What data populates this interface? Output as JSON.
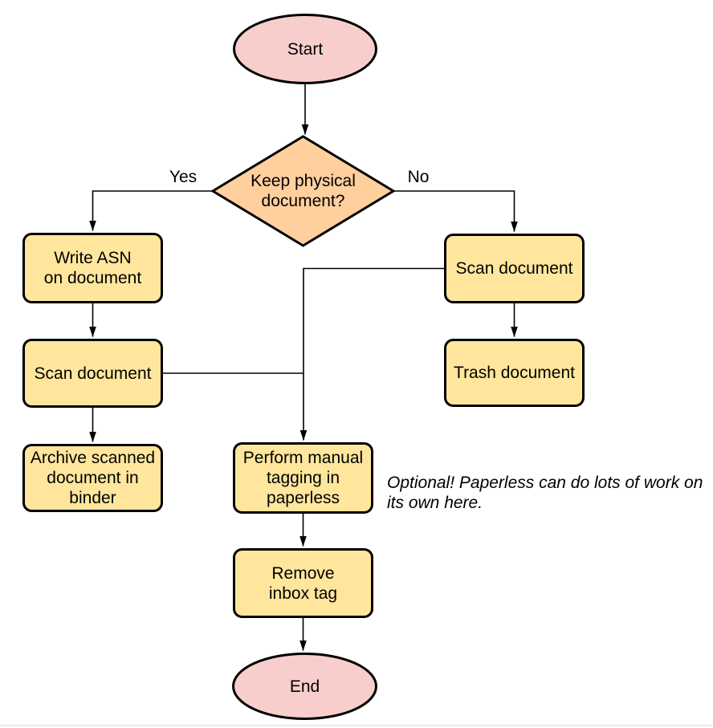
{
  "diagram": {
    "type": "flowchart",
    "nodes": [
      {
        "id": "start",
        "shape": "ellipse",
        "label": "Start"
      },
      {
        "id": "decision",
        "shape": "diamond",
        "label": "Keep physical\ndocument?"
      },
      {
        "id": "write_asn",
        "shape": "process",
        "label": "Write ASN\non document"
      },
      {
        "id": "scan_left",
        "shape": "process",
        "label": "Scan document"
      },
      {
        "id": "archive",
        "shape": "process",
        "label": "Archive scanned\ndocument in\nbinder"
      },
      {
        "id": "scan_right",
        "shape": "process",
        "label": "Scan document"
      },
      {
        "id": "trash",
        "shape": "process",
        "label": "Trash document"
      },
      {
        "id": "perform_tagging",
        "shape": "process",
        "label": "Perform manual\ntagging in\npaperless"
      },
      {
        "id": "remove_inbox",
        "shape": "process",
        "label": "Remove\ninbox tag"
      },
      {
        "id": "end",
        "shape": "ellipse",
        "label": "End"
      }
    ],
    "edges": [
      {
        "from": "start",
        "to": "decision",
        "label": ""
      },
      {
        "from": "decision",
        "to": "write_asn",
        "label": "Yes"
      },
      {
        "from": "decision",
        "to": "scan_right",
        "label": "No"
      },
      {
        "from": "write_asn",
        "to": "scan_left",
        "label": ""
      },
      {
        "from": "scan_left",
        "to": "archive",
        "label": ""
      },
      {
        "from": "scan_right",
        "to": "trash",
        "label": ""
      },
      {
        "from": "scan_right",
        "to": "perform_tagging",
        "label": ""
      },
      {
        "from": "scan_left",
        "to": "perform_tagging",
        "label": ""
      },
      {
        "from": "perform_tagging",
        "to": "remove_inbox",
        "label": ""
      },
      {
        "from": "remove_inbox",
        "to": "end",
        "label": ""
      }
    ],
    "edge_labels": {
      "yes": "Yes",
      "no": "No"
    },
    "note": "Optional! Paperless can do lots of work on\nits own here.",
    "colors": {
      "terminal_fill": "#f8cecc",
      "decision_fill": "#ffcf9e",
      "process_fill": "#ffe69c",
      "stroke": "#000000"
    }
  }
}
